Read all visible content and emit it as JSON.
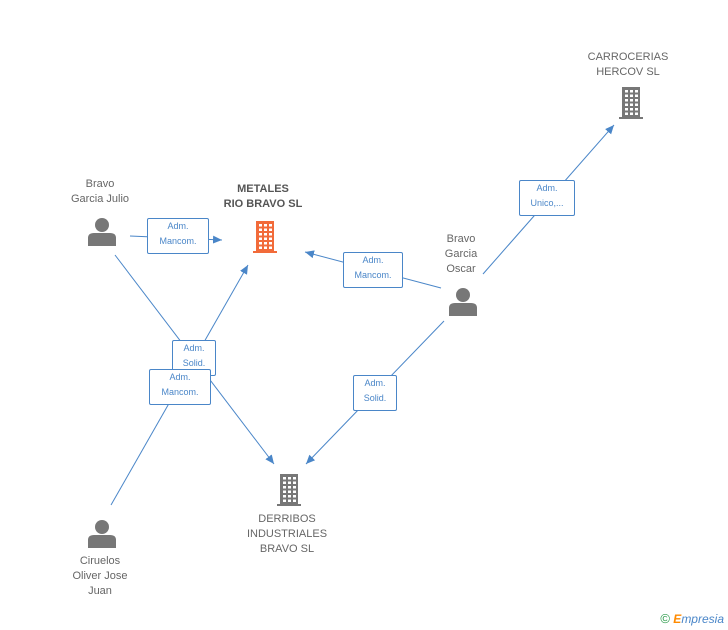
{
  "nodes": {
    "metales": {
      "label": "METALES\nRIO BRAVO SL",
      "icon": "building-icon",
      "color": "#f26b3a"
    },
    "carrocerias": {
      "label": "CARROCERIAS\nHERCOV SL",
      "icon": "building-icon",
      "color": "#777777"
    },
    "derribos": {
      "label": "DERRIBOS\nINDUSTRIALES\nBRAVO SL",
      "icon": "building-icon",
      "color": "#777777"
    },
    "julio": {
      "label": "Bravo\nGarcia Julio",
      "icon": "person-icon",
      "color": "#777777"
    },
    "oscar": {
      "label": "Bravo\nGarcia\nOscar",
      "icon": "person-icon",
      "color": "#777777"
    },
    "ciruelos": {
      "label": "Ciruelos\nOliver Jose\nJuan",
      "icon": "person-icon",
      "color": "#777777"
    }
  },
  "edges": [
    {
      "from": "julio",
      "to": "metales",
      "label": "Adm.\nMancom."
    },
    {
      "from": "julio",
      "to": "derribos",
      "label": "Adm.\nSolid."
    },
    {
      "from": "ciruelos",
      "to": "metales",
      "label": "Adm.\nMancom."
    },
    {
      "from": "oscar",
      "to": "metales",
      "label": "Adm.\nMancom."
    },
    {
      "from": "oscar",
      "to": "carrocerias",
      "label": "Adm.\nUnico,..."
    },
    {
      "from": "oscar",
      "to": "derribos",
      "label": "Adm.\nSolid."
    }
  ],
  "footer": {
    "copyright": "©",
    "brand_initial": "E",
    "brand_rest": "mpresia"
  },
  "colors": {
    "edge": "#4a86c8",
    "accent": "#f26b3a",
    "node": "#777777"
  }
}
